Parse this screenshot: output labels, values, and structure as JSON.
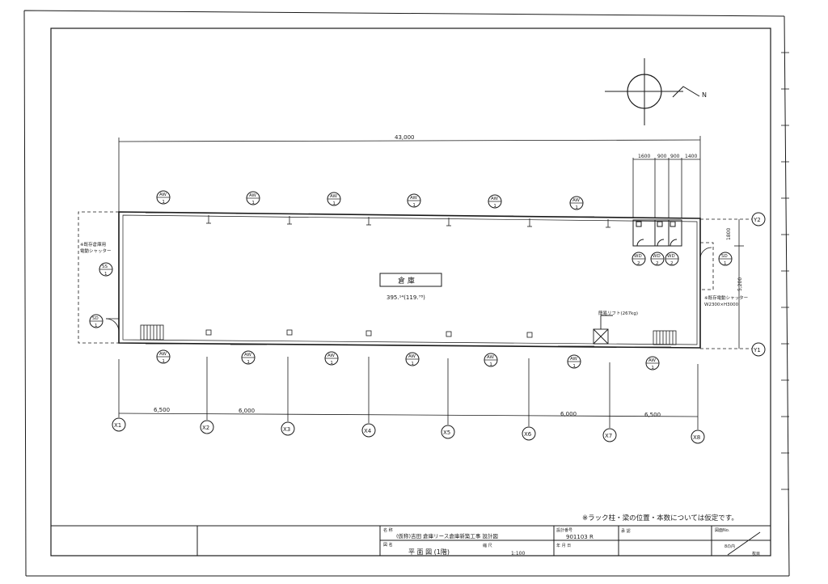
{
  "overall_dimension": "43,000",
  "dims_top_right": [
    "1600",
    "900",
    "900",
    "1400"
  ],
  "dim_right_1": "1800",
  "dim_right_2": "5,200",
  "dims_bottom": [
    "6,500",
    "6,000",
    "6,000",
    "6,500"
  ],
  "room": {
    "name": "倉 庫",
    "area": "395.¹⁴(119.⁷⁸)"
  },
  "window_tag": {
    "code": "AW",
    "num": "1"
  },
  "tags": {
    "ss": {
      "code": "SS",
      "num": "1"
    },
    "sd": {
      "code": "SD",
      "num": "1"
    },
    "wd": {
      "code": "WD",
      "num": "2"
    }
  },
  "grid_x": [
    "X1",
    "X2",
    "X3",
    "X4",
    "X5",
    "X6",
    "X7",
    "X8"
  ],
  "grid_y": [
    "Y2",
    "Y1"
  ],
  "north_label": "N",
  "left_note": [
    "※既存倉庫用",
    "電動シャッター"
  ],
  "right_note": [
    "※既存電動シャッター",
    "W2300×H3000"
  ],
  "lift_note": "簡易リフト(267kg)",
  "footer_note": "※ラック柱・梁の位置・本数については仮定です。",
  "title_block": {
    "name_label": "名 称",
    "name_value": "(仮称)吉田 倉庫リース倉庫新築工事  設計図",
    "drawing_no_label": "設計番号",
    "drawing_no": "901103 R",
    "drawing_label": "図 名",
    "drawing_title": "平 面 図 (1階)",
    "scale_label": "縮 尺",
    "scale": "1:100",
    "date_label": "年 月 日",
    "approve_label": "承 認",
    "sheet_label": "図面No.",
    "sheet_no": "8の内",
    "sheet_corner": "枚目"
  }
}
